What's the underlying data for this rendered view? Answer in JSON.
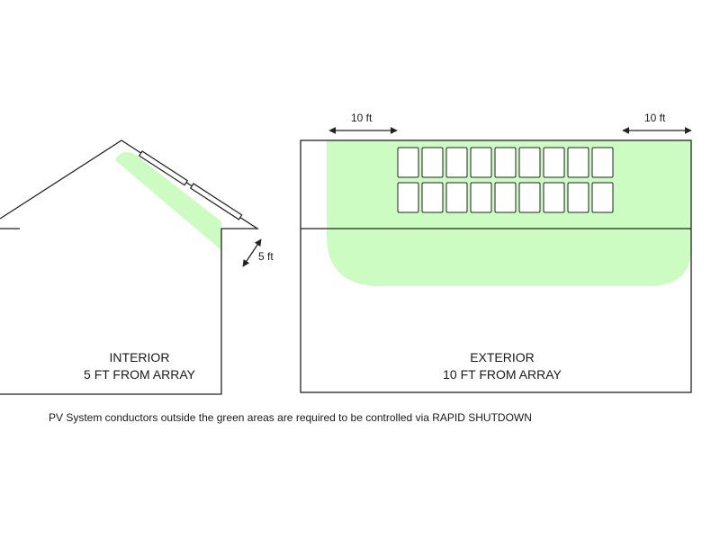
{
  "interior": {
    "title_line1": "INTERIOR",
    "title_line2": "5 FT FROM ARRAY",
    "dimension": "5 ft"
  },
  "exterior": {
    "title_line1": "EXTERIOR",
    "title_line2": "10 FT FROM ARRAY",
    "dimension_left": "10 ft",
    "dimension_right": "10 ft",
    "module_rows": 2,
    "module_cols": 9
  },
  "footnote": "PV System conductors outside the green areas are required to be controlled via RAPID SHUTDOWN",
  "colors": {
    "zone_fill": "#ccfcc2",
    "line": "#222222",
    "module_fill": "#ffffff"
  }
}
